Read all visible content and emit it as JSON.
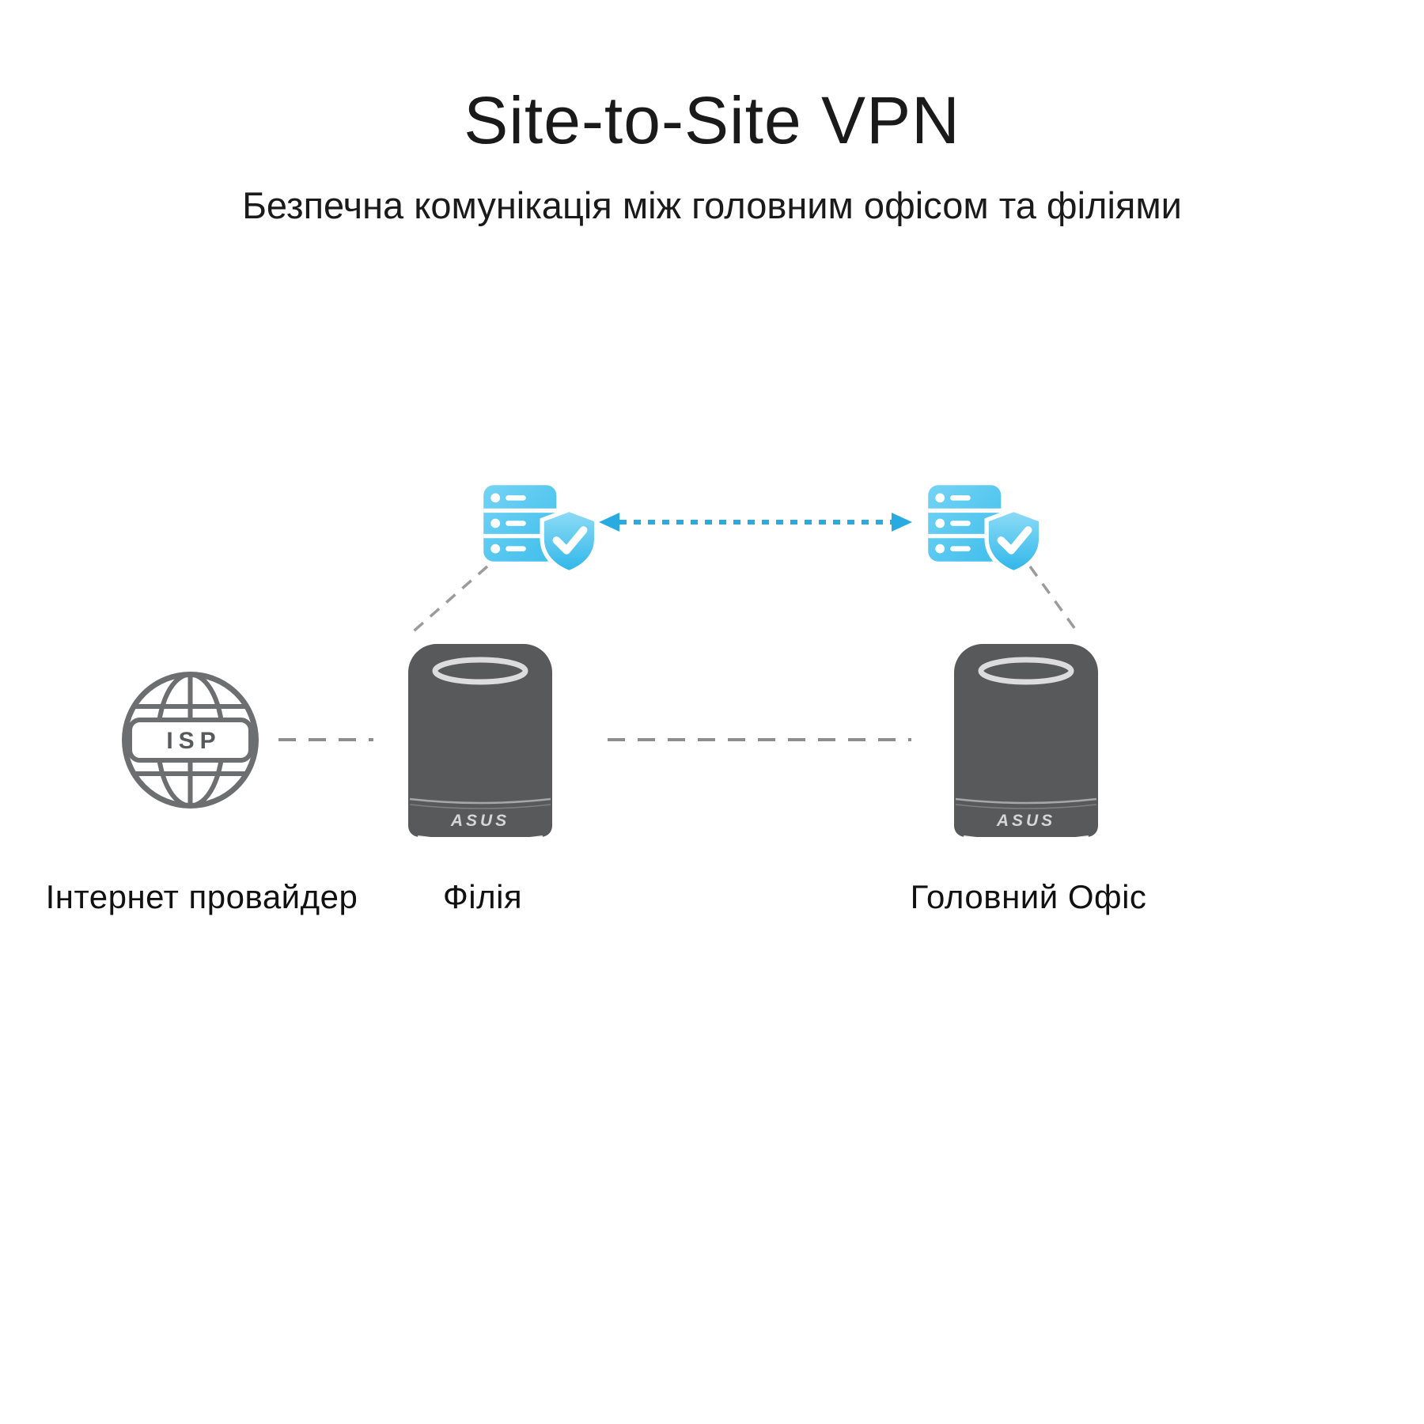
{
  "page": {
    "title": "Site-to-Site VPN",
    "subtitle": "Безпечна комунікація між головним офісом та філіями"
  },
  "nodes": {
    "isp": {
      "label": "Інтернет провайдер",
      "badge": "ISP"
    },
    "branch": {
      "label": "Філія",
      "brand": "ASUS"
    },
    "hq": {
      "label": "Головний Офіс",
      "brand": "ASUS"
    }
  },
  "icons": {
    "left_endpoint": "secure-server-shield-icon",
    "right_endpoint": "secure-server-shield-icon",
    "isp": "globe-icon",
    "devices": "asus-router-device"
  },
  "colors": {
    "accent_cyan": "#29ABE2",
    "server_cyan": "#55C7F0",
    "shield_cyan": "#2EB6E9",
    "device_gray": "#58595B",
    "connector_gray": "#8E8E8E",
    "text": "#111111",
    "background": "#FFFFFF"
  }
}
